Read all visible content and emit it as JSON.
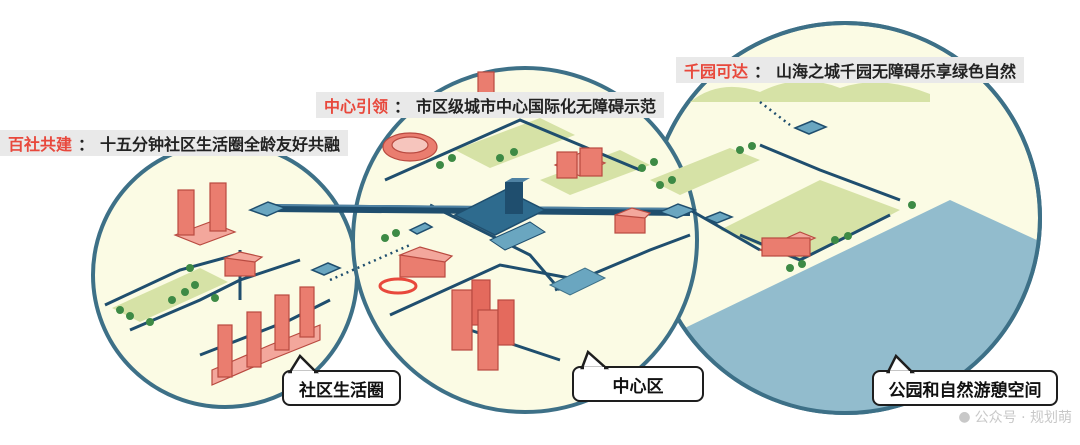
{
  "banners": [
    {
      "key": "百社共建",
      "sep": "：",
      "desc": "十五分钟社区生活圈全龄友好共融"
    },
    {
      "key": "中心引领",
      "sep": "：",
      "desc": "市区级城市中心国际化无障碍示范"
    },
    {
      "key": "千园可达",
      "sep": "：",
      "desc": "山海之城千园无障碍乐享绿色自然"
    }
  ],
  "labels": {
    "community": "社区生活圈",
    "center": "中心区",
    "park": "公园和自然游憩空间"
  },
  "watermark": "公众号 · 规划萌",
  "colors": {
    "circle_fill": "#fbfbe4",
    "circle_stroke": "#3d7087",
    "road": "#1f4e6e",
    "building": "#ea7d6f",
    "building_dark": "#b94a40",
    "green": "#d6e2a6",
    "water": "#92bccd",
    "tree": "#3d8a45",
    "accent": "#e8483c"
  }
}
